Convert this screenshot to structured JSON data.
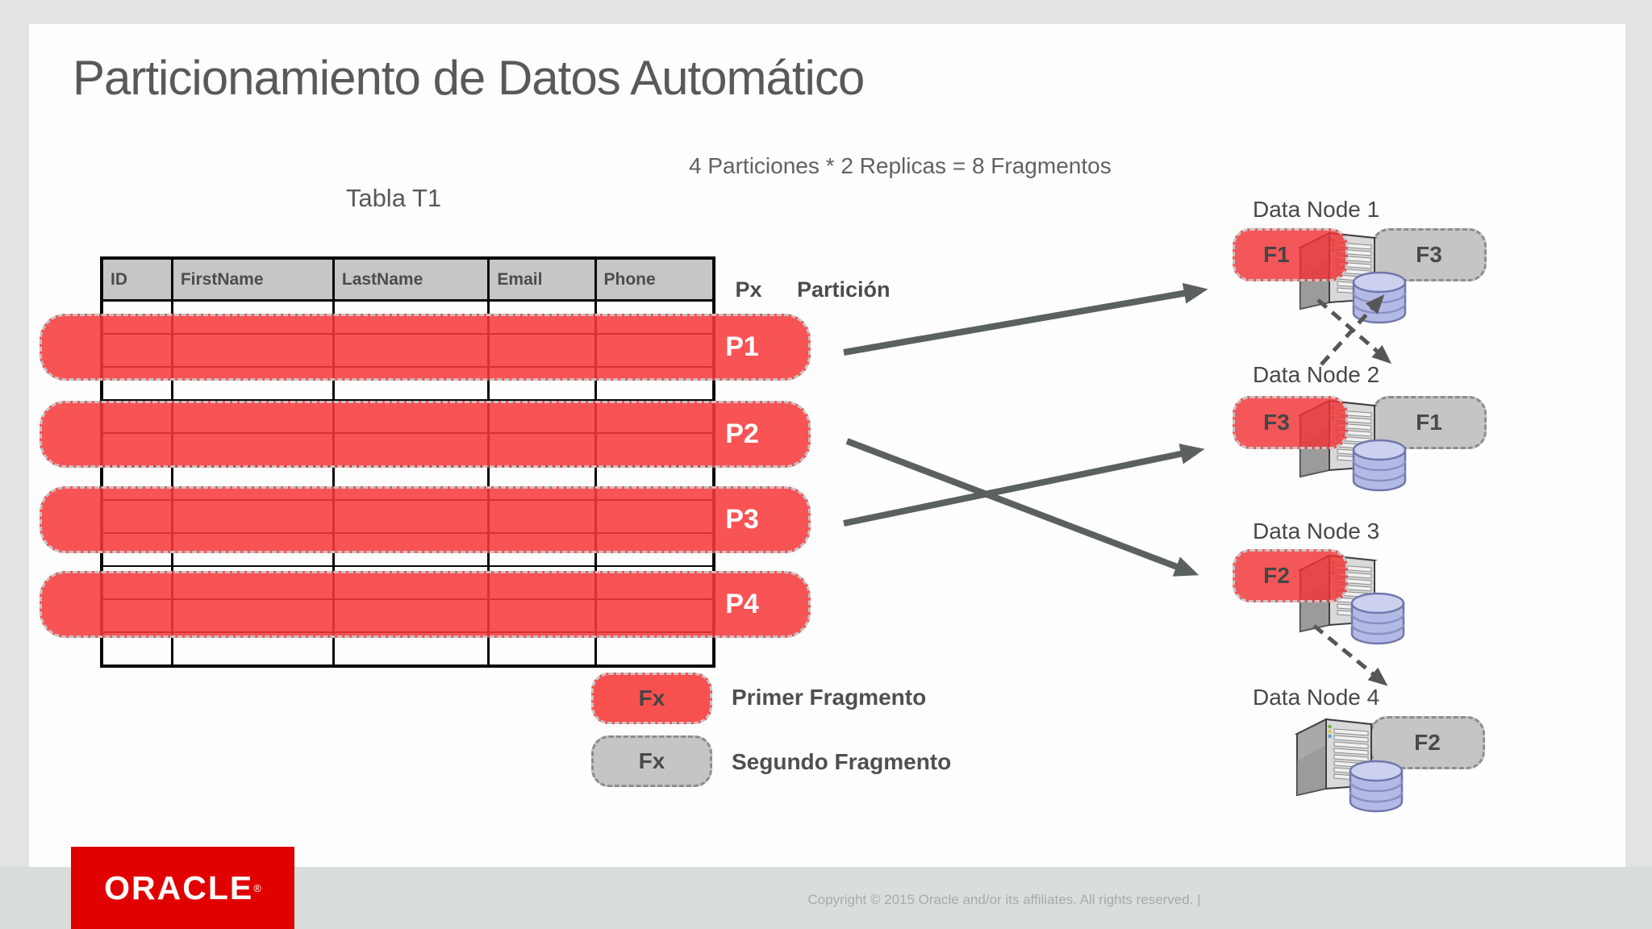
{
  "slide": {
    "title": "Particionamiento de Datos Automático",
    "subtitle": "4 Particiones * 2 Replicas = 8 Fragmentos",
    "table": {
      "caption": "Tabla T1",
      "columns": [
        "ID",
        "FirstName",
        "LastName",
        "Email",
        "Phone"
      ]
    },
    "partitions": {
      "key": "Px",
      "key_label": "Partición",
      "items": [
        {
          "id": "P1"
        },
        {
          "id": "P2"
        },
        {
          "id": "P3"
        },
        {
          "id": "P4"
        }
      ]
    },
    "fragment_legend": [
      {
        "symbol": "Fx",
        "label": "Primer Fragmento"
      },
      {
        "symbol": "Fx",
        "label": "Segundo Fragmento"
      }
    ],
    "data_nodes": [
      {
        "name": "Data Node 1",
        "primary_fragment": "F1",
        "secondary_fragment": "F3"
      },
      {
        "name": "Data Node 2",
        "primary_fragment": "F3",
        "secondary_fragment": "F1"
      },
      {
        "name": "Data Node 3",
        "primary_fragment": "F2"
      },
      {
        "name": "Data Node 4",
        "secondary_fragment": "F2"
      }
    ],
    "footer": {
      "logo_text": "ORACLE",
      "logo_reg": "®",
      "copyright": "Copyright © 2015 Oracle and/or its affiliates. All rights reserved.   |"
    },
    "colors": {
      "primary_fragment": "#f8504f",
      "secondary_fragment": "#c5c5c5",
      "arrow": "#5b6060",
      "oracle_red": "#e10000"
    }
  }
}
